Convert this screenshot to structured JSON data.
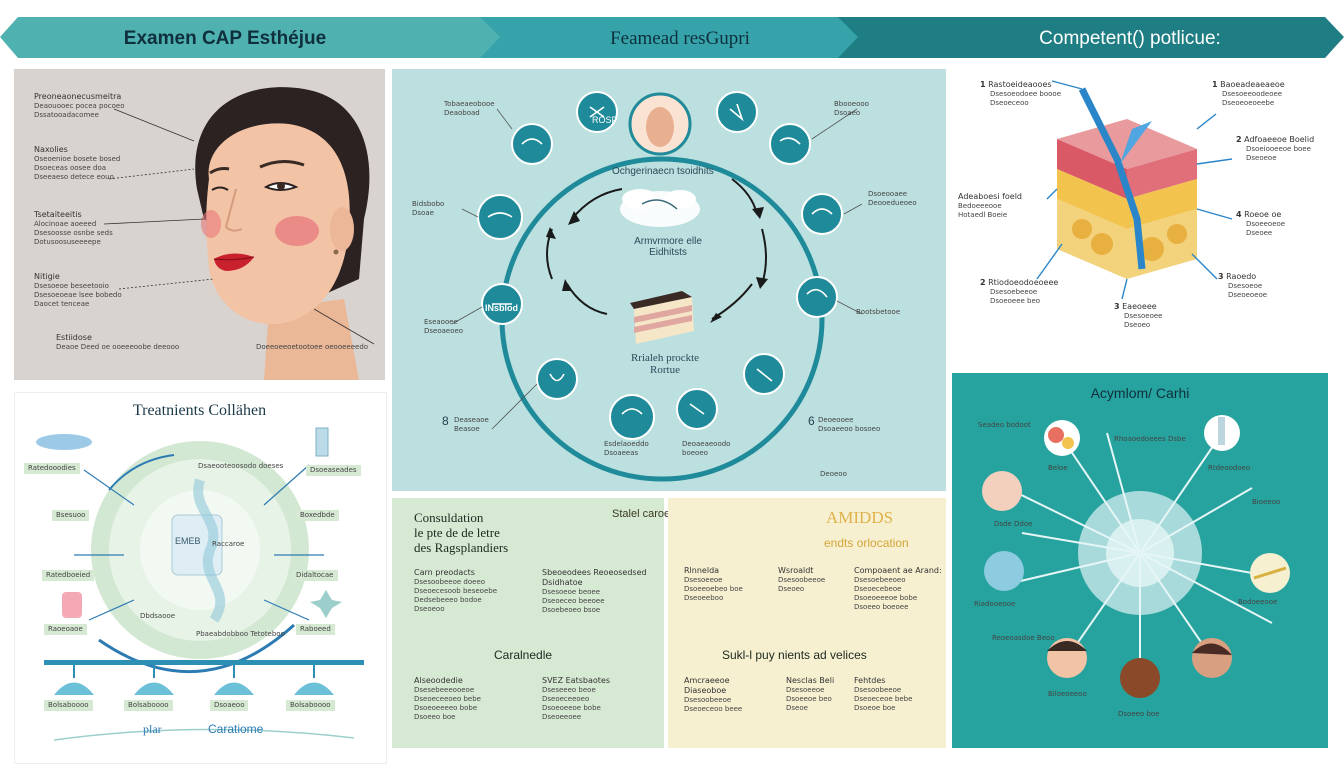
{
  "colors": {
    "teal_dark": "#2a8a8c",
    "teal_mid": "#47aab0",
    "teal_light": "#bcdfdf",
    "green_light": "#d6ead3",
    "yellow_light": "#f6efd0",
    "teal_right": "#26a39e",
    "grey_panel": "#d8d3cf",
    "skin": "#f3c3a6"
  },
  "header": {
    "banners": [
      {
        "label": "Examen CAP Esthéjue",
        "color": "#4fb1b0"
      },
      {
        "label": "Feamead resGupri",
        "color": "#36a3ab"
      },
      {
        "label": "Competent() potlicue:",
        "color": "#1f7d84"
      }
    ]
  },
  "face_panel": {
    "labels": [
      {
        "head": "Preoneaonecusmeitra",
        "lines": [
          "Deaouooec pocea pocoeo",
          "Dssatooadacomee"
        ]
      },
      {
        "head": "Naxolies",
        "lines": [
          "Oseoenioe bosete bosed",
          "Dsoeceas oosee doa",
          "Dseeaeso detece eouo"
        ]
      },
      {
        "head": "Tsetaiteeitis",
        "lines": [
          "Alocinoae aoeeed",
          "Dsesoosse osnbe seds",
          "Dotusoosuseeeepe"
        ]
      },
      {
        "head": "Nitigie",
        "lines": [
          "Dsesoeoe beseetooio",
          "Dsesoeoeae lsee bobedo",
          "Daocet tenceae"
        ]
      },
      {
        "head": "Estiidose",
        "lines": [
          "Deaoe Deed oe ooeeeoobe deeooo",
          "Doeeoeeoetootoee oeooeeeedo"
        ]
      }
    ]
  },
  "collagen_panel": {
    "title": "Treatnients Collähen",
    "center_label": "EMEB",
    "labels": [
      "Ratedooodies",
      "Dsaeooteoosodo doeses",
      "Dsoeaseades",
      "Bsesuoo",
      "Boxedbde",
      "Ratedboeied",
      "Didaltocae",
      "Raoeoaoe",
      "Raboeed",
      "Dbdsaooe",
      "Pbaeabdobboo Tetoteboo",
      "Raccaroe"
    ],
    "platform": [
      "Bolsaboooo",
      "Bolsaboooo",
      "Dsoaeoo",
      "Bolsaboooo"
    ],
    "footer": [
      "plar",
      "Caratiome"
    ]
  },
  "cycle_panel": {
    "center_top": "Ochgerinaecn tsoidhits",
    "center_mid": "Armvrmore elle Eidhitsts",
    "center_bottom": "Rrialeh prockte Rortue",
    "node_top": "ROSP",
    "node_left": "INsblod",
    "labels": [
      "Tobaeaeobooe Deaoboad",
      "Bidsbobo Dsoae",
      "Eseaooee Dseoaeoeo",
      "Deaseaoe Beasoe",
      "Esdelaoeddo Dsoaeeas",
      "Deoaeaeoodo boeoeo",
      "Deoeooee Dsoaeeoo bosoeo",
      "Bootsbetooe",
      "Dsoeooaee Deooedueoeo",
      "Bbooeooo Dsoaeo",
      "Deoeoo"
    ],
    "numbers": [
      "8",
      "6"
    ]
  },
  "consult_panel": {
    "title_lines": [
      "Consuldation",
      "le pte de de letre",
      "des Ragsplandiers"
    ],
    "subtitle": "Stalel caroeolatotion",
    "mid_title": "Caralnedle",
    "items": [
      {
        "head": "Carn preodacts",
        "lines": [
          "Dsesoobeeoe doeeo",
          "Dseoecesoob beseoebe",
          "Dedsebeeeo bodoe",
          "Dseoeoo"
        ]
      },
      {
        "head": "Sbeoeodees Reoeosedsed Dsidhatoe",
        "lines": [
          "Dsesoeoe beoee",
          "Dseoeceo beeoee",
          "Dsoebeoeo bsoe"
        ]
      },
      {
        "head": "Alseoodedie",
        "lines": [
          "Dsesebeeeooeoe",
          "Dseoeceeoeo bebe",
          "Dsoeoeeeeo bobe",
          "Dsoeeo boe"
        ]
      },
      {
        "head": "SVEZ Eatsbaotes",
        "lines": [
          "Dseseeeo beoe",
          "Dseoeceeoeo",
          "Dsoeoeeoe bobe",
          "Dseoeeoee"
        ]
      }
    ]
  },
  "yellow_panel": {
    "title": "AMIDDS",
    "subtitle": "endts orlocation",
    "mid_title": "Sukl-l puy nients ad velices",
    "items": [
      {
        "head": "Rlnnelda",
        "lines": [
          "Dsesoeeoe",
          "Dsoeeoebeo boe",
          "Dseoeeboo"
        ]
      },
      {
        "head": "Wsroaldt",
        "lines": [
          "Dsesoobeeoe",
          "Dseoeo"
        ]
      },
      {
        "head": "Compoaent ae Arand:",
        "lines": [
          "Dsesoebeeoeo",
          "Dseoecebeoe",
          "Dsoeoeeeoe bobe",
          "Dsoeeo boeoee"
        ]
      },
      {
        "head": "Amcraeeoe Diaseoboe",
        "lines": [
          "Dsesoobeeoe",
          "Dseoeceoo beee"
        ]
      },
      {
        "head": "Nesclas Beli",
        "lines": [
          "Dsesoeeoe",
          "Dsoeeoe beo",
          "Dseoe"
        ]
      },
      {
        "head": "Fehtdes",
        "lines": [
          "Dsesoobeeoe",
          "Dseoeceoe bebe",
          "Dsoeoe boe"
        ]
      }
    ]
  },
  "skin_panel": {
    "labels": [
      {
        "num": "1",
        "head": "Rastoeideaooes",
        "lines": [
          "Dsesoeodoee boooe",
          "Dseoeceoo"
        ]
      },
      {
        "num": "1",
        "head": "Baoeadeaeaeoe",
        "lines": [
          "Dsesoeeoodeoee",
          "Dseoeoeoeebe"
        ]
      },
      {
        "num": "2",
        "head": "Adfoaeeoe Boelid",
        "lines": [
          "Dsoeiooeeoe boee",
          "Dseoeoe"
        ]
      },
      {
        "num": "4",
        "head": "Roeoe oe",
        "lines": [
          "Dsoeeoeoe",
          "Dseoee"
        ]
      },
      {
        "num": "3",
        "head": "Raoedo",
        "lines": [
          "Dsesoeoe",
          "Dseoeoeoe"
        ]
      },
      {
        "num": "2",
        "head": "Rtiodoeodoeoeee",
        "lines": [
          "Dsesoebeeoe",
          "Dsoeoeee beo"
        ]
      },
      {
        "num": "3",
        "head": "Eaeoeee",
        "lines": [
          "Dsesoeoee",
          "Dseoeo"
        ]
      },
      {
        "num": "",
        "head": "Adeaboesi foeld",
        "lines": [
          "Bedoeeeooe",
          "Hotaedl Boeie"
        ]
      }
    ]
  },
  "care_panel": {
    "title": "Acymlom/ Carhi",
    "labels": [
      "Seadeo bodoot",
      "Rhoaoedoeees Dsbe",
      "Beloe",
      "Rtdeoodoeo",
      "Bioeeoo",
      "Dsde Ddoe",
      "Bodoeeooe",
      "Riadooeooe",
      "Reoeoasdoe Beoo",
      "Biloeoeeoo",
      "Dsoeeo boe"
    ]
  }
}
